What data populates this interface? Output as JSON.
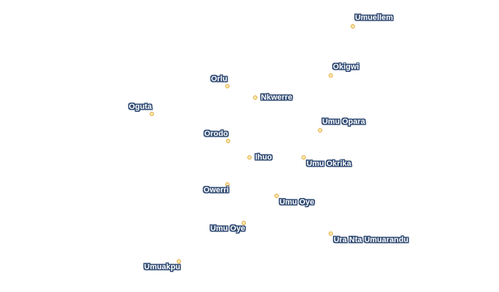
{
  "map": {
    "marker_fill": "#fde9b0",
    "marker_stroke": "#e0a83a",
    "label_color": "#ffffff",
    "label_halo": "#2f4a73",
    "places": [
      {
        "name": "Umuellem"
      },
      {
        "name": "Okigwi"
      },
      {
        "name": "Orlu"
      },
      {
        "name": "Nkwerre"
      },
      {
        "name": "Oguta"
      },
      {
        "name": "Umu Opara"
      },
      {
        "name": "Orodo"
      },
      {
        "name": "Ihuo"
      },
      {
        "name": "Umu Okrika"
      },
      {
        "name": "Owerri"
      },
      {
        "name": "Umu Oye"
      },
      {
        "name": "Umu Oye"
      },
      {
        "name": "Ura Nta Umuarandu"
      },
      {
        "name": "Umuakpu"
      }
    ]
  }
}
